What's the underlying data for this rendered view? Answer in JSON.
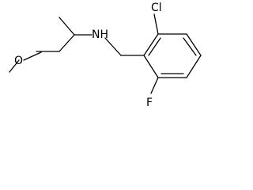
{
  "molecule": {
    "atoms": {
      "nh": "NH",
      "o": "O",
      "cl": "Cl",
      "f": "F"
    },
    "colors": {
      "bond": "#000000",
      "label": "#000000",
      "background": "#ffffff"
    }
  }
}
